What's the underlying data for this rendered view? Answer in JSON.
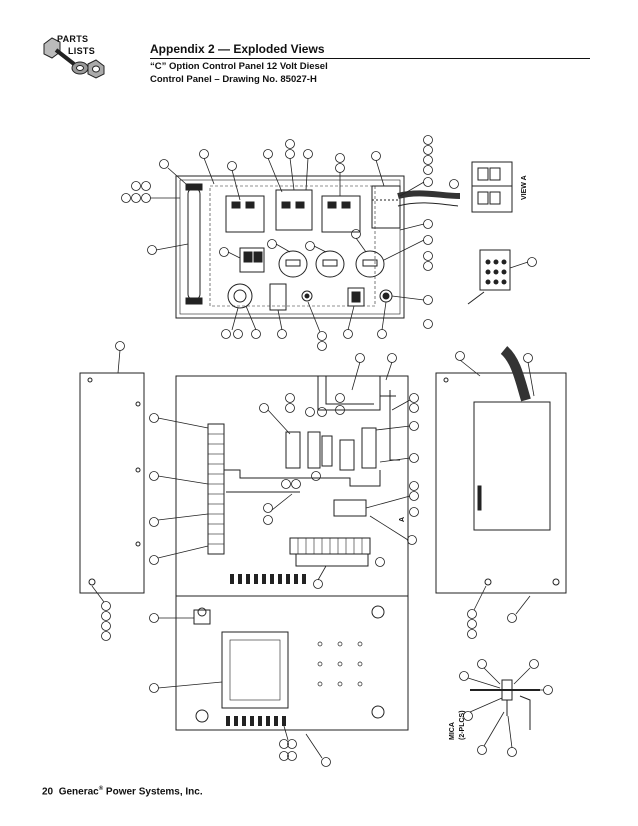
{
  "logo": {
    "line1": "PARTS",
    "line2": "LISTS"
  },
  "header": {
    "title": "Appendix 2 — Exploded Views",
    "subtitle1": "“C” Option Control Panel 12 Volt Diesel",
    "subtitle2": "Control Panel – Drawing No. 85027-H"
  },
  "drawing": {
    "view_label": "VIEW A",
    "section_label": "A",
    "mica_label": "MICA",
    "mica_places": "(2-PLCS)"
  },
  "footer": {
    "page": "20",
    "company": "Generac",
    "reg": "®",
    "company_rest": " Power Systems, Inc."
  }
}
